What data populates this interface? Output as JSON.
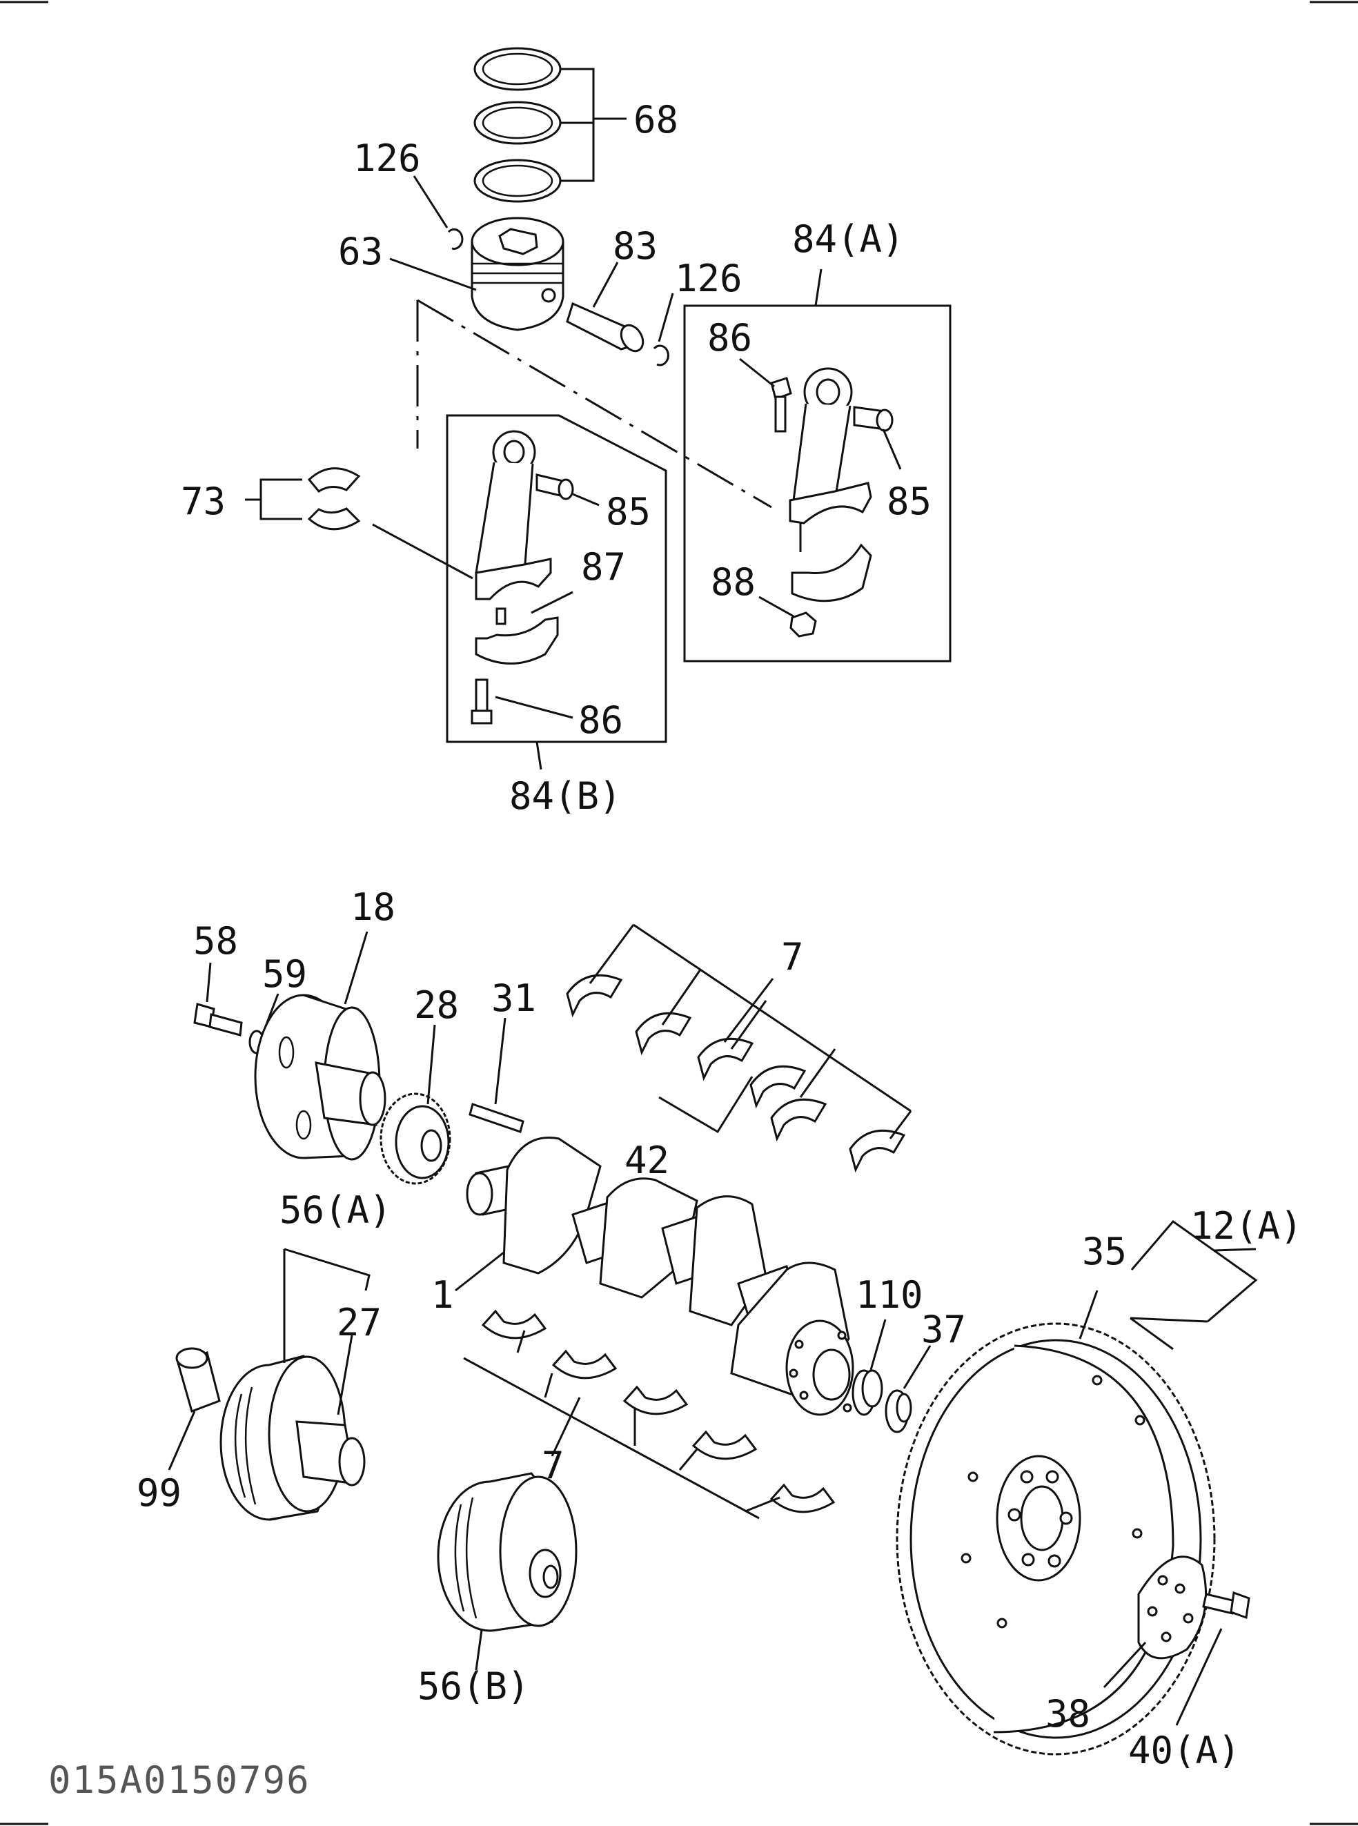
{
  "drawing_code": "015A0150796",
  "callouts": {
    "c68": "68",
    "c126a": "126",
    "c63": "63",
    "c83": "83",
    "c126b": "126",
    "c84a": "84(A)",
    "c86a": "86",
    "c73": "73",
    "c85a": "85",
    "c85b": "85",
    "c87": "87",
    "c88": "88",
    "c86b": "86",
    "c84b": "84(B)",
    "c18": "18",
    "c58": "58",
    "c59": "59",
    "c28": "28",
    "c31": "31",
    "c7a": "7",
    "c42": "42",
    "c12a": "12(A)",
    "c56a": "56(A)",
    "c35": "35",
    "c27": "27",
    "c1": "1",
    "c110": "110",
    "c37": "37",
    "c99": "99",
    "c7b": "7",
    "c38": "38",
    "c56b": "56(B)",
    "c40a": "40(A)"
  }
}
